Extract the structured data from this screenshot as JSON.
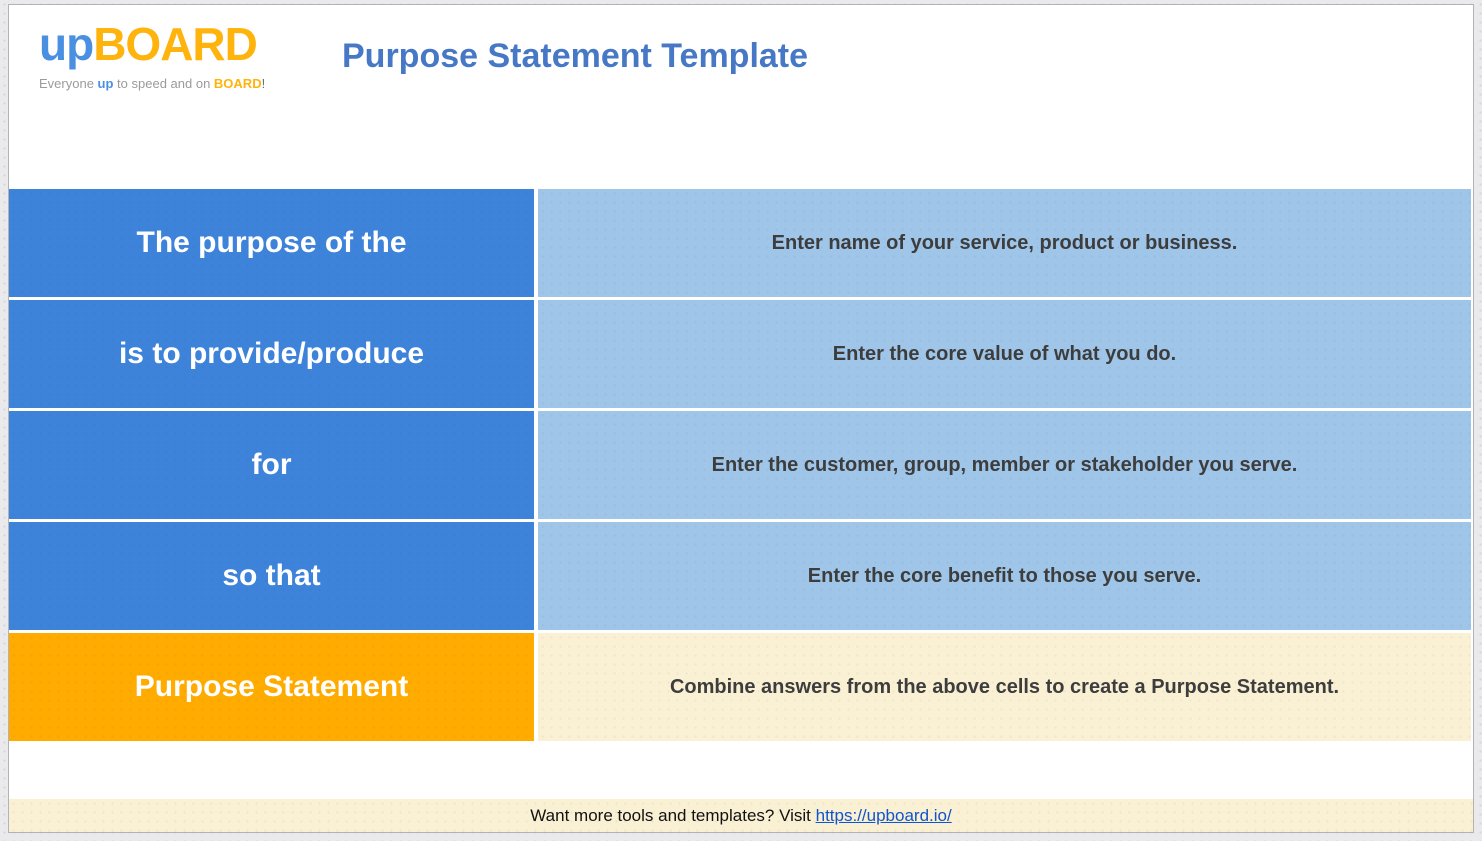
{
  "header": {
    "logo": {
      "part_up": "up",
      "part_board": "BOARD",
      "tagline_pre": "Everyone ",
      "tagline_up": "up",
      "tagline_mid": " to speed and on ",
      "tagline_board": "BOARD",
      "tagline_end": "!"
    },
    "title": "Purpose Statement Template"
  },
  "table": {
    "rows": [
      {
        "label": "The purpose of the",
        "value": "Enter name of your service, product or business.",
        "label_style": "blue",
        "value_style": "lightblue"
      },
      {
        "label": "is to provide/produce",
        "value": "Enter the core value of what you do.",
        "label_style": "blue",
        "value_style": "lightblue"
      },
      {
        "label": "for",
        "value": "Enter the customer, group, member or stakeholder you serve.",
        "label_style": "blue",
        "value_style": "lightblue"
      },
      {
        "label": "so that",
        "value": "Enter the core benefit to those you serve.",
        "label_style": "blue",
        "value_style": "lightblue"
      },
      {
        "label": "Purpose Statement",
        "value": "Combine answers from the above cells to create a Purpose Statement.",
        "label_style": "orange",
        "value_style": "cream"
      }
    ]
  },
  "footer": {
    "text": "Want more tools and templates? Visit ",
    "link_text": "https://upboard.io/"
  },
  "colors": {
    "logo_blue": "#4a90e2",
    "logo_orange": "#ffb30d",
    "title_blue": "#4778c6",
    "row_label_blue": "#3e83da",
    "row_value_lightblue": "#9fc5e8",
    "row_label_orange": "#ffab00",
    "row_value_cream": "#faf0d4",
    "link_blue": "#1155cc"
  }
}
